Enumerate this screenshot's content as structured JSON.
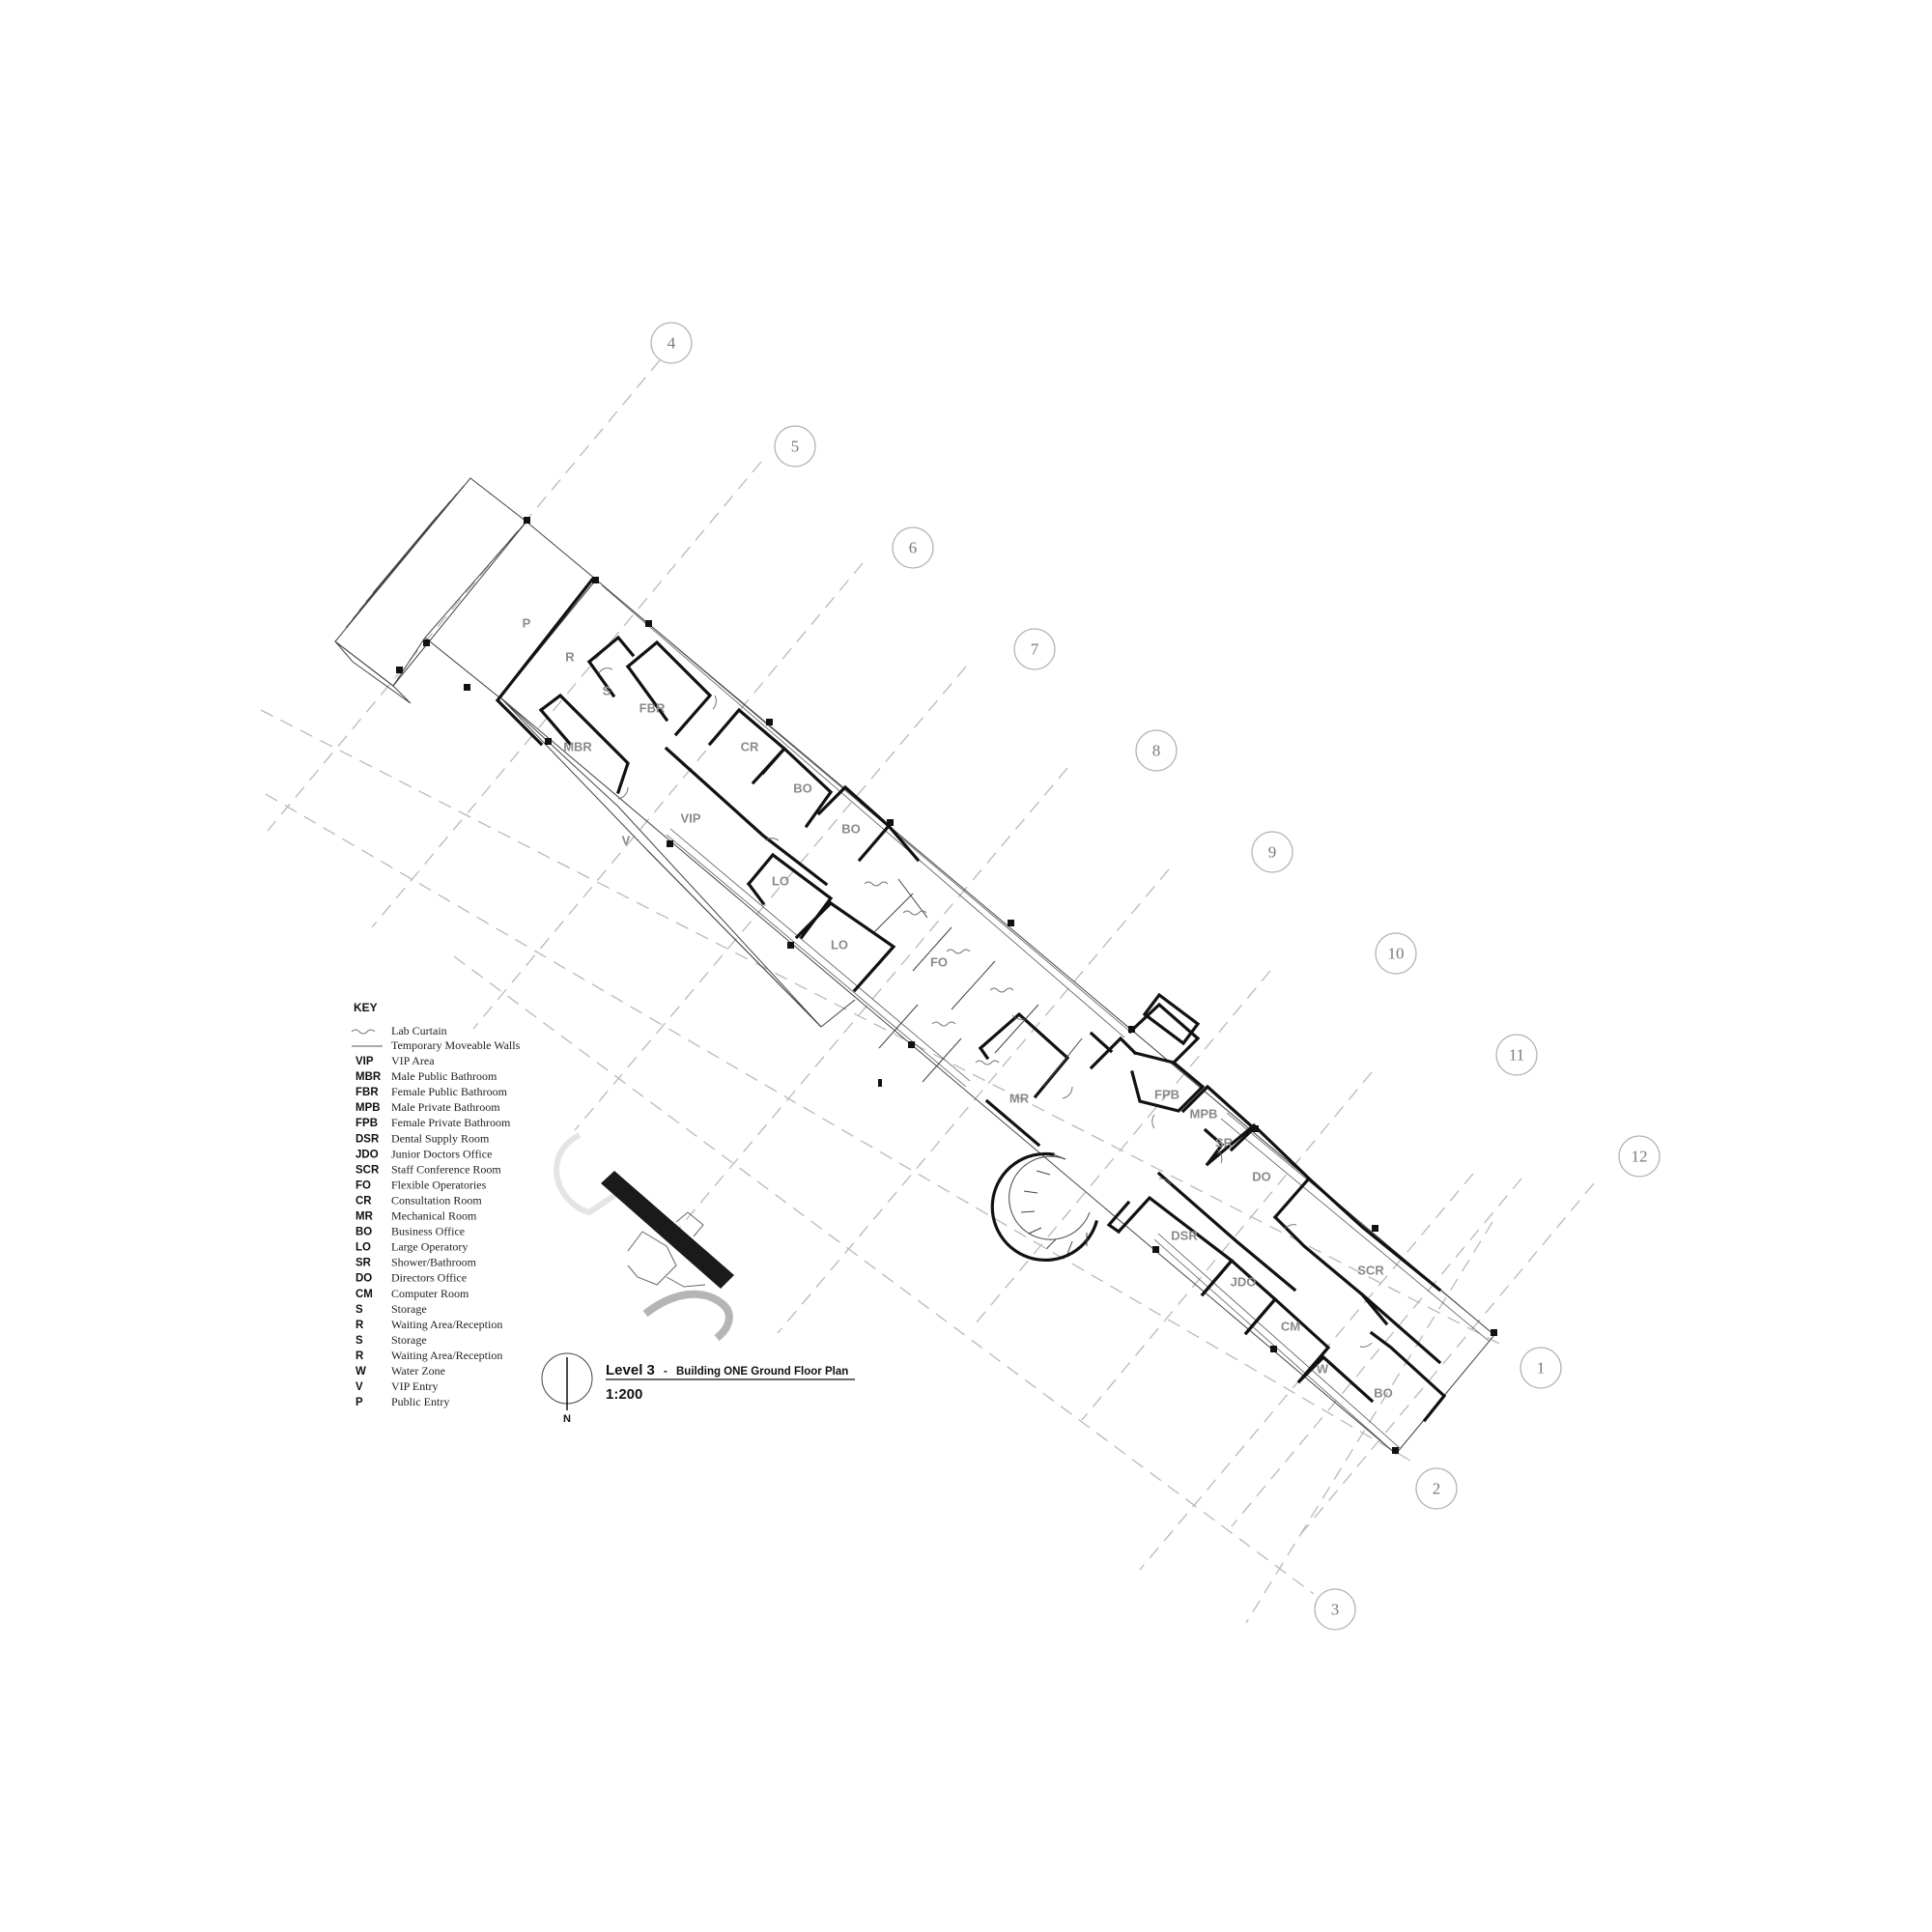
{
  "grid": {
    "labels": [
      "4",
      "5",
      "6",
      "7",
      "8",
      "9",
      "10",
      "11",
      "12",
      "1",
      "2",
      "3"
    ]
  },
  "rooms": {
    "p": "P",
    "r": "R",
    "s": "S",
    "fbr": "FBR",
    "mbr": "MBR",
    "cr": "CR",
    "bo1": "BO",
    "bo2": "BO",
    "vip": "VIP",
    "v": "V",
    "lo1": "LO",
    "lo2": "LO",
    "fo": "FO",
    "mr": "MR",
    "fpb": "FPB",
    "mpb": "MPB",
    "sr": "SR",
    "do": "DO",
    "dsr": "DSR",
    "jdo": "JDO",
    "scr": "SCR",
    "cm": "CM",
    "w": "W",
    "bo3": "BO"
  },
  "key": {
    "title": "KEY",
    "legend": [
      {
        "symbol": "curtain",
        "desc": "Lab Curtain"
      },
      {
        "symbol": "wall",
        "desc": "Temporary Moveable Walls"
      }
    ],
    "items": [
      {
        "abbr": "VIP",
        "desc": "VIP Area"
      },
      {
        "abbr": "MBR",
        "desc": "Male Public Bathroom"
      },
      {
        "abbr": "FBR",
        "desc": "Female Public Bathroom"
      },
      {
        "abbr": "MPB",
        "desc": "Male Private Bathroom"
      },
      {
        "abbr": "FPB",
        "desc": "Female Private Bathroom"
      },
      {
        "abbr": "DSR",
        "desc": "Dental Supply Room"
      },
      {
        "abbr": "JDO",
        "desc": "Junior Doctors Office"
      },
      {
        "abbr": "SCR",
        "desc": "Staff Conference Room"
      },
      {
        "abbr": "FO",
        "desc": "Flexible Operatories"
      },
      {
        "abbr": "CR",
        "desc": "Consultation Room"
      },
      {
        "abbr": "MR",
        "desc": "Mechanical Room"
      },
      {
        "abbr": "BO",
        "desc": "Business Office"
      },
      {
        "abbr": "LO",
        "desc": "Large Operatory"
      },
      {
        "abbr": "SR",
        "desc": "Shower/Bathroom"
      },
      {
        "abbr": "DO",
        "desc": "Directors Office"
      },
      {
        "abbr": "CM",
        "desc": "Computer Room"
      },
      {
        "abbr": "S",
        "desc": "Storage"
      },
      {
        "abbr": "R",
        "desc": "Waiting Area/Reception"
      },
      {
        "abbr": "S",
        "desc": "Storage"
      },
      {
        "abbr": "R",
        "desc": "Waiting Area/Reception"
      },
      {
        "abbr": "W",
        "desc": "Water Zone"
      },
      {
        "abbr": "V",
        "desc": "VIP Entry"
      },
      {
        "abbr": "P",
        "desc": "Public Entry"
      }
    ]
  },
  "title": {
    "level": "Level 3",
    "dash": "-",
    "subtitle": "Building ONE Ground Floor Plan",
    "scale": "1:200",
    "north": "N"
  }
}
